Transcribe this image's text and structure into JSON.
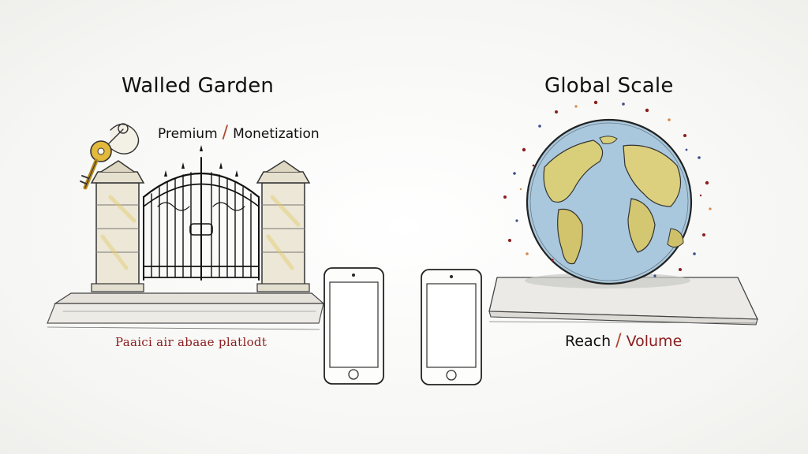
{
  "left": {
    "title": "Walled Garden",
    "tagline_a": "Premium",
    "tagline_sep": "/",
    "tagline_b": "Monetization",
    "note": "Paaici air abaae platlodt"
  },
  "right": {
    "title": "Global Scale",
    "tagline_a": "Reach",
    "tagline_sep": "/",
    "tagline_b": "Volume"
  },
  "colors": {
    "ink": "#111111",
    "accent_red": "#8a1e1e",
    "slash": "#b0442e",
    "key_gold": "#e2b93b",
    "globe_water": "#a9c8dd",
    "globe_land": "#d9cf7a"
  },
  "icons": [
    "key-icon",
    "gate-icon",
    "phone-icon",
    "globe-icon"
  ]
}
